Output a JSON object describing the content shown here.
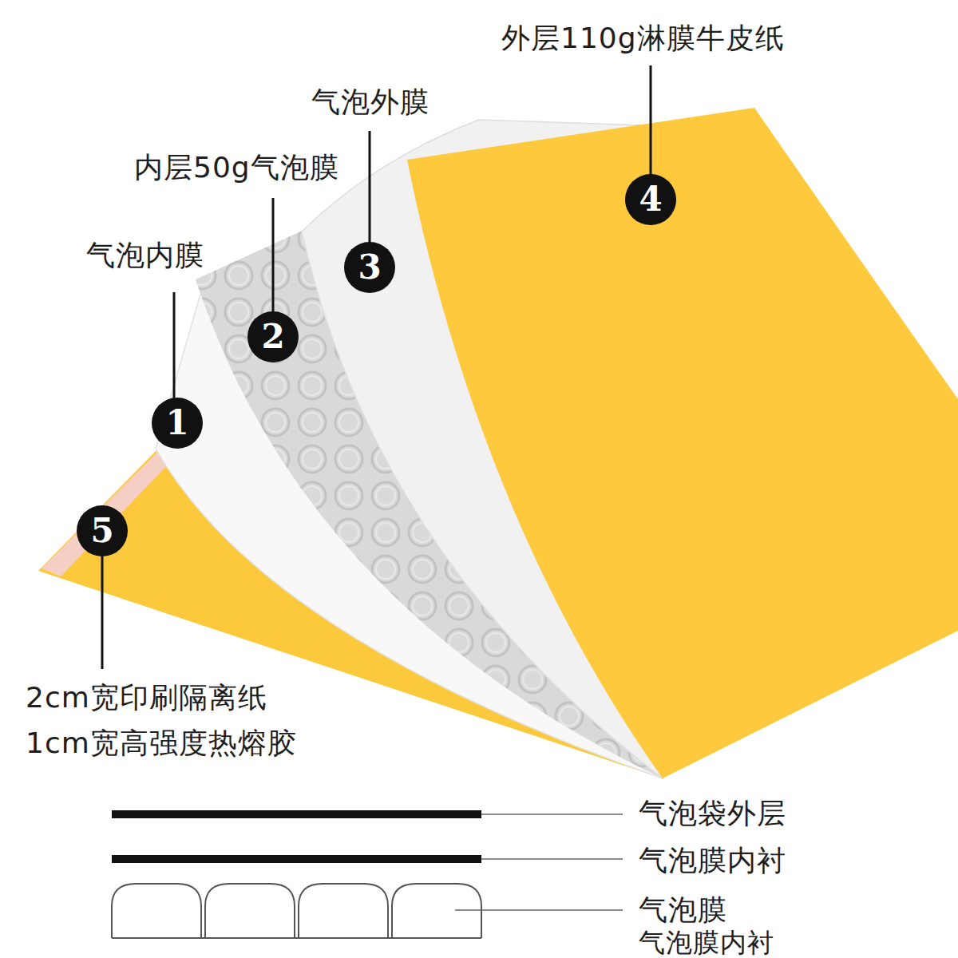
{
  "diagram": {
    "labels": [
      "外层110g淋膜牛皮纸",
      "4",
      "气泡外膜",
      "3",
      "内层50g气泡膜",
      "2",
      "气泡内膜",
      "1",
      "5",
      "2cm宽印刷隔离纸",
      "1cm宽高强度热熔胶",
      "气泡袋外层",
      "气泡膜内衬",
      "气泡膜",
      "气泡膜内衬"
    ]
  }
}
